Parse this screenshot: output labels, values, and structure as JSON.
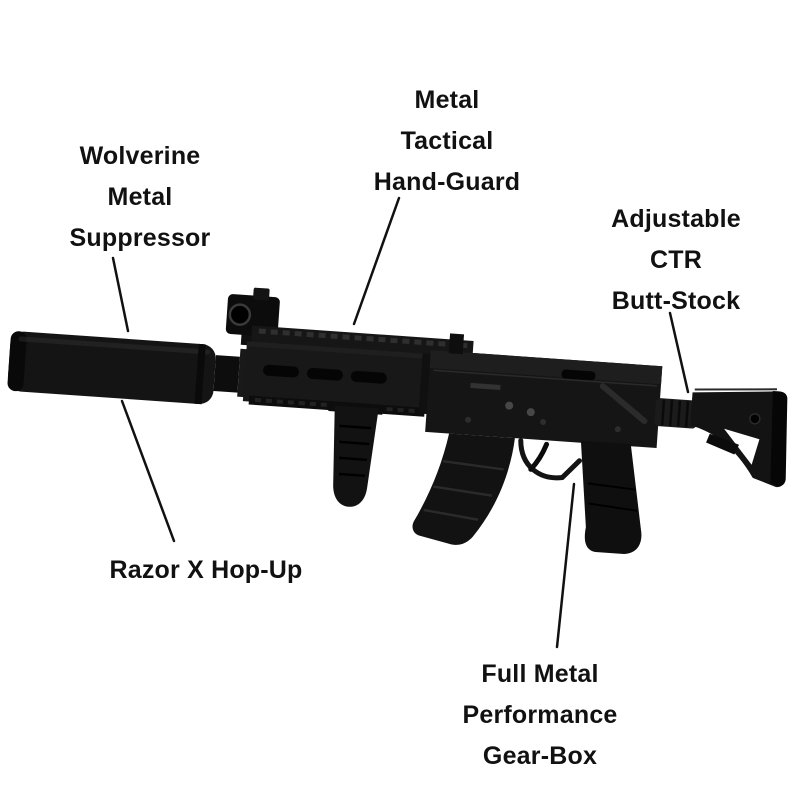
{
  "page": {
    "background": "#ffffff"
  },
  "callouts": {
    "suppressor": {
      "label": "Wolverine\nMetal\nSuppressor"
    },
    "handguard": {
      "label": "Metal\nTactical\nHand-Guard"
    },
    "buttstock": {
      "label": "Adjustable\nCTR\nButt-Stock"
    },
    "hopup": {
      "label": "Razor X Hop-Up"
    },
    "gearbox": {
      "label": "Full Metal\nPerformance\nGear-Box"
    }
  },
  "colors": {
    "text": "#111111",
    "callout_line": "#111111",
    "rifle_body": "#151515",
    "rifle_dark": "#0a0a0a",
    "rifle_highlight": "#2e2e2e"
  }
}
